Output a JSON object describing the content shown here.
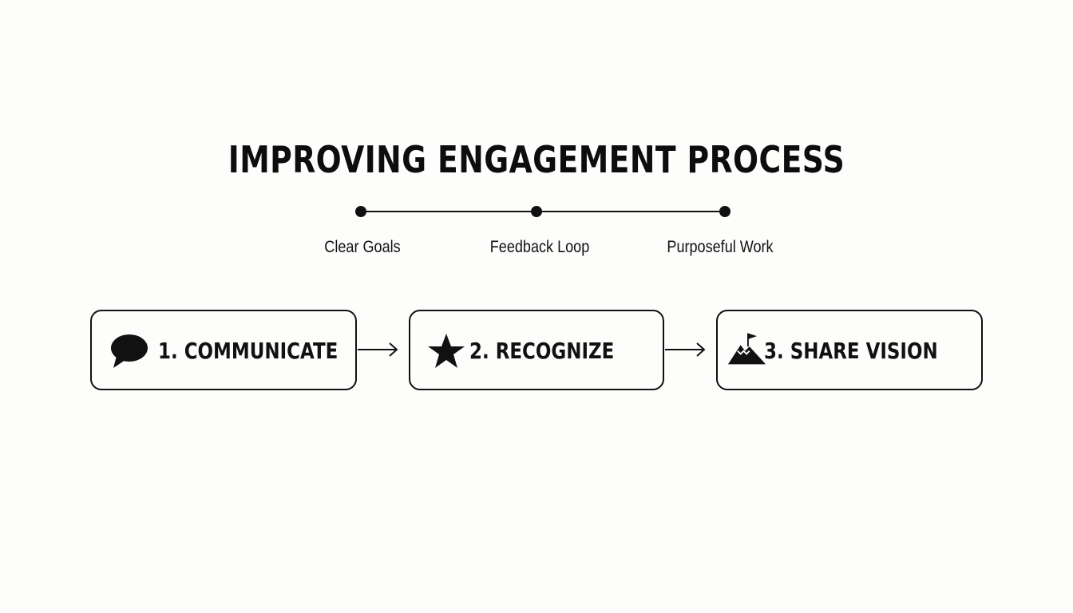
{
  "title": "IMPROVING ENGAGEMENT PROCESS",
  "timeline": {
    "points": [
      {
        "label": "Clear Goals"
      },
      {
        "label": "Feedback Loop"
      },
      {
        "label": "Purposeful Work"
      }
    ]
  },
  "steps": [
    {
      "label": "1. COMMUNICATE",
      "icon": "speech-bubble-icon"
    },
    {
      "label": "2. RECOGNIZE",
      "icon": "star-icon"
    },
    {
      "label": "3. SHARE VISION",
      "icon": "mountain-flag-icon"
    }
  ],
  "colors": {
    "ink": "#111111",
    "background": "#fdfdfc"
  }
}
